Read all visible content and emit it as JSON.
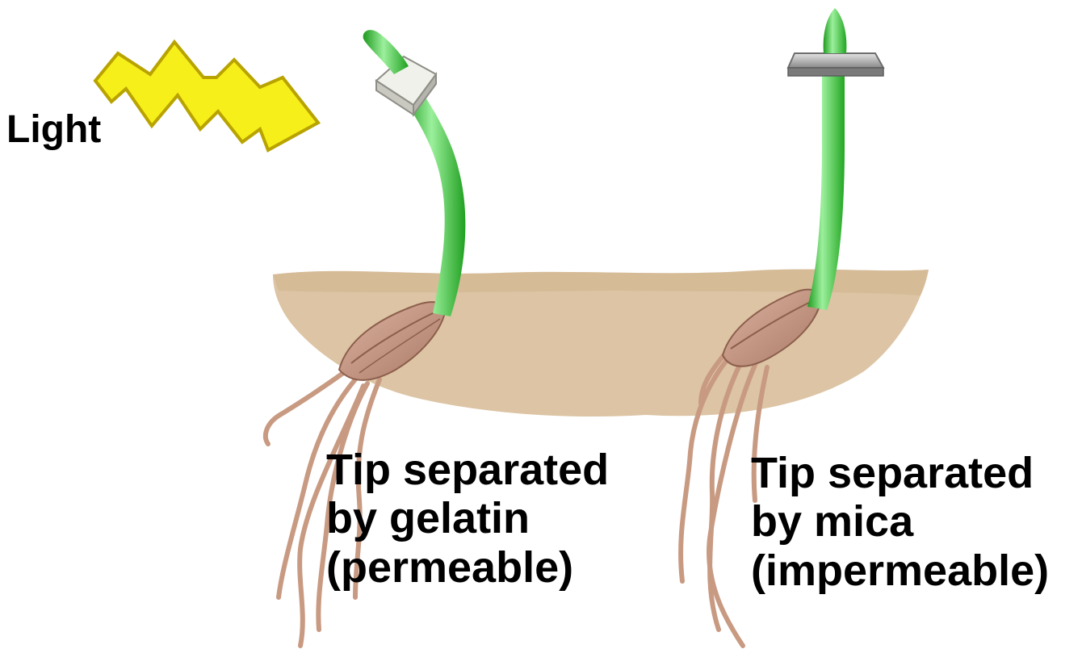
{
  "light_label": "Light",
  "captions": {
    "gelatin": [
      "Tip separated",
      "by gelatin",
      "(permeable)"
    ],
    "mica": [
      "Tip separated",
      "by mica",
      "(impermeable)"
    ]
  },
  "colors": {
    "light_bolt": "#f7ef1a",
    "light_bolt_outline": "#b8a300",
    "stem": "#3cc23c",
    "stem_highlight": "#8ee88e",
    "soil": "#dcc3a1",
    "root": "#c99c84",
    "gelatin_block": "#e6e6e0",
    "mica_plate": "#9a9a9a"
  },
  "icons": [
    "lightning-bolt-icon"
  ]
}
